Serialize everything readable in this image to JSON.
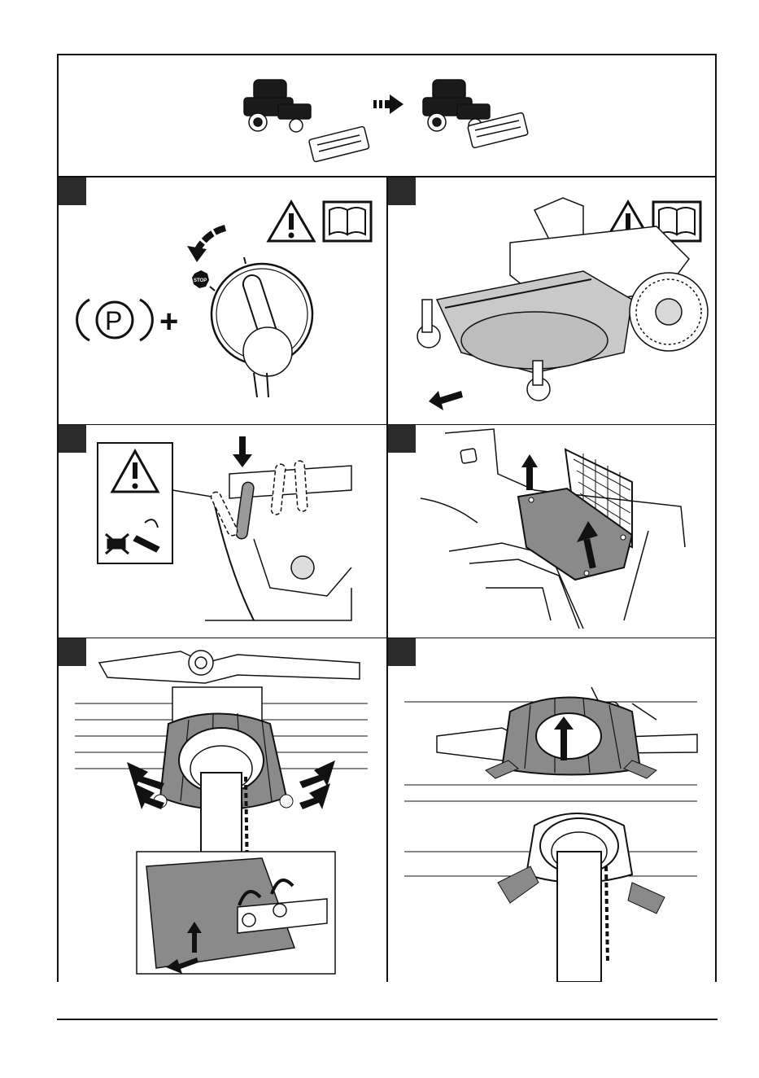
{
  "header": {
    "illustration": "rider-with-deck-attach-sequence",
    "arrow_icon": "dashed-right-arrow-icon"
  },
  "steps": [
    {
      "id": "step-1",
      "icons": [
        "parking-brake-icon",
        "plus-icon",
        "ignition-key-icon",
        "warning-triangle-icon",
        "manual-book-icon"
      ],
      "stop_text": "STOP",
      "plus_text": "+"
    },
    {
      "id": "step-2",
      "icons": [
        "warning-triangle-icon",
        "manual-book-icon",
        "direction-arrow-icon"
      ]
    },
    {
      "id": "step-3",
      "icons": [
        "warning-triangle-icon",
        "no-lift-icon",
        "lever-push-arrow-icon"
      ]
    },
    {
      "id": "step-4",
      "icons": [
        "remove-cover-arrow-icon"
      ]
    },
    {
      "id": "step-5",
      "icons": [
        "bolt-arrow-icon",
        "rotate-arrow-icon",
        "lift-arrow-icon"
      ]
    },
    {
      "id": "step-6",
      "icons": [
        "lift-shield-arrow-icon"
      ]
    }
  ],
  "colors": {
    "tab": "#2b2b2b",
    "line": "#111111",
    "shade": "#8a8a8a",
    "light_shade": "#c9c9c9"
  }
}
